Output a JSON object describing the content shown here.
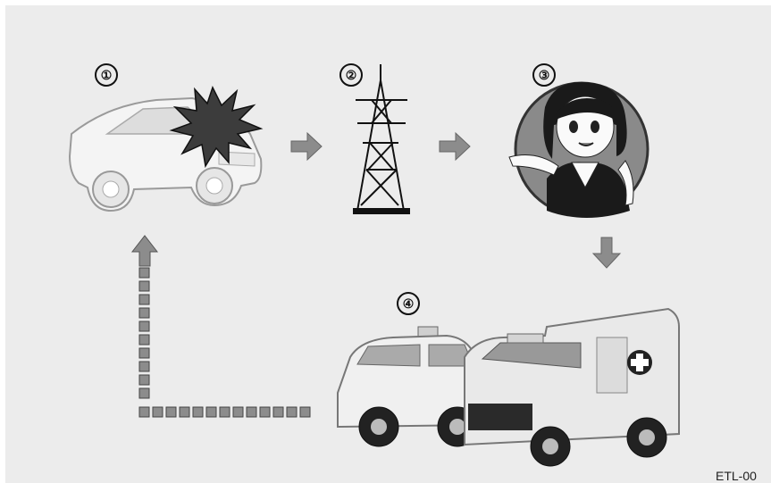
{
  "steps": {
    "crash_car": "①",
    "radio_tower": "②",
    "call_operator": "③",
    "emergency_vehicles": "④"
  },
  "figure_code": "ETL-00",
  "colors": {
    "background": "#ececec",
    "arrow": "#8c8c8c",
    "circle_bg": "#8a8a8a"
  }
}
